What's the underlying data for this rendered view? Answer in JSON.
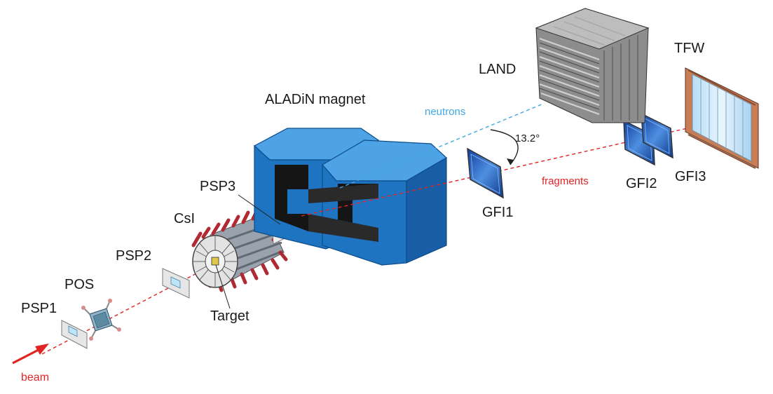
{
  "diagram": {
    "labels": {
      "psp1": "PSP1",
      "pos": "POS",
      "psp2": "PSP2",
      "csi": "CsI",
      "psp3": "PSP3",
      "target": "Target",
      "aladin": "ALADiN magnet",
      "neutrons": "neutrons",
      "angle": "13.2°",
      "land": "LAND",
      "tfw": "TFW",
      "gfi1": "GFI1",
      "gfi2": "GFI2",
      "gfi3": "GFI3",
      "fragments": "fragments",
      "beam": "beam"
    },
    "colors": {
      "beam": "#e02424",
      "neutron": "#3fa9e0",
      "magnet_front": "#1f74c2",
      "magnet_top": "#4ea3e6",
      "magnet_side": "#175ea6",
      "cable": "#c8313a",
      "detector_glass": "#cfe6f7",
      "tfw_frame": "#c97d55"
    }
  }
}
